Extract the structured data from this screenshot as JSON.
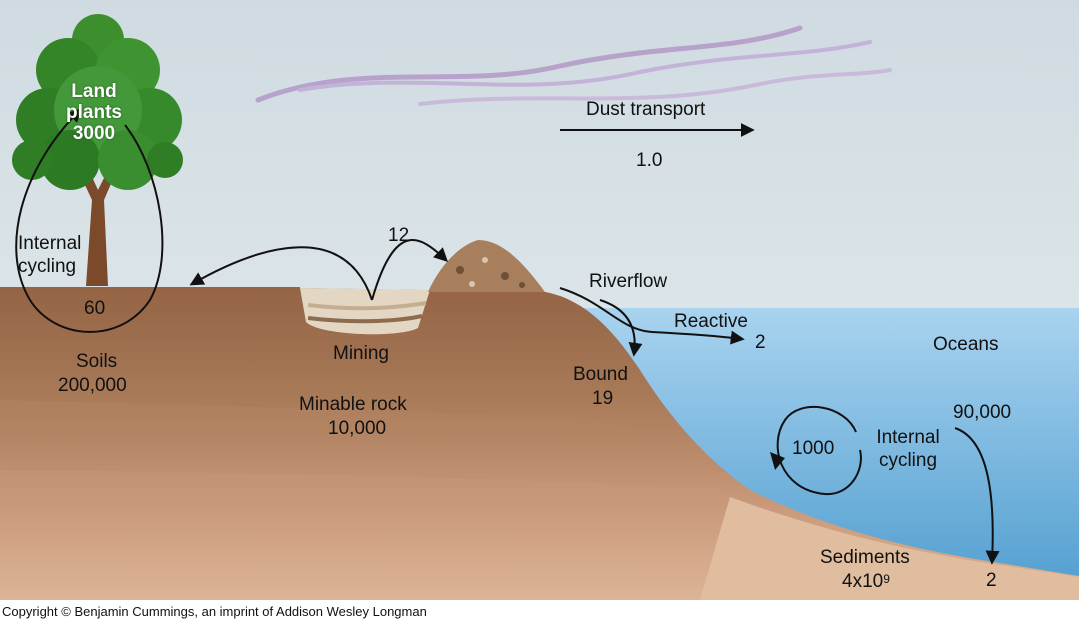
{
  "labels": {
    "land_plants": "Land plants",
    "land_plants_value": "3000",
    "internal_cycling_land": "Internal cycling",
    "soil_cycle_value": "60",
    "soils": "Soils",
    "soils_value": "200,000",
    "mining_flux": "12",
    "mining": "Mining",
    "minable_rock": "Minable rock",
    "minable_rock_value": "10,000",
    "dust_transport": "Dust transport",
    "dust_value": "1.0",
    "riverflow": "Riverflow",
    "reactive": "Reactive",
    "reactive_value": "2",
    "bound": "Bound",
    "bound_value": "19",
    "oceans": "Oceans",
    "ocean_internal_value": "1000",
    "internal_cycling_ocean": "Internal cycling",
    "ocean_to_sediment": "90,000",
    "sediments": "Sediments",
    "sediments_mantissa": "4x10",
    "sediments_exponent": "9",
    "burial_value": "2"
  },
  "copyright": "Copyright © Benjamin Cummings, an imprint of Addison Wesley Longman",
  "colors": {
    "sky": "#dce6ea",
    "ocean": "#6fb3dc",
    "soil": "#9b6e4c",
    "sediment": "#d8ad8c",
    "tree": "#3a8c2c",
    "dust": "#b7a2cc"
  }
}
